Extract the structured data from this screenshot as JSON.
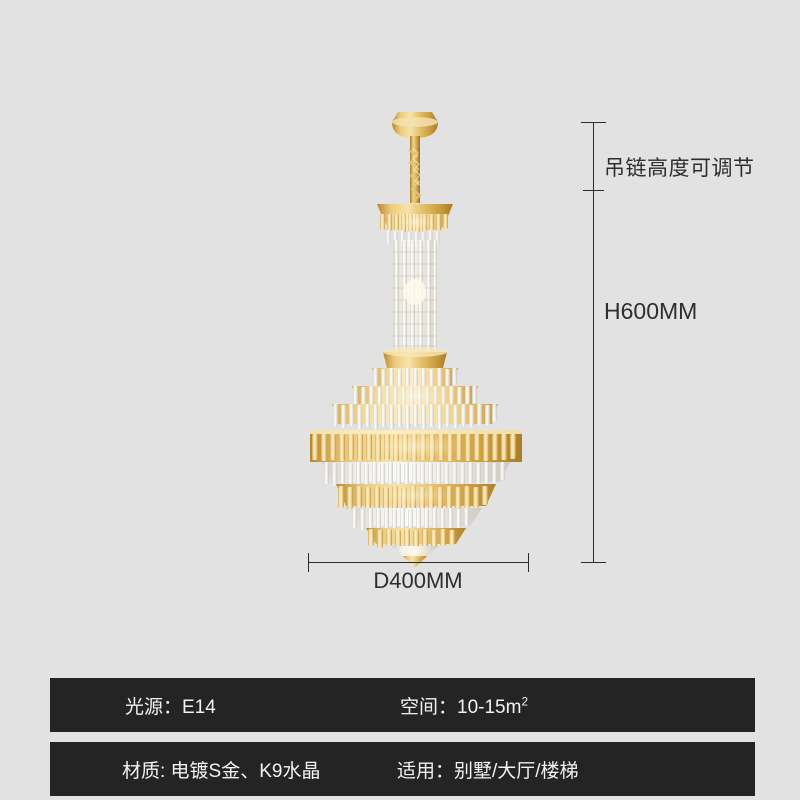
{
  "page": {
    "background_color": "#e2e2e2",
    "product_type": "crystal-chandelier"
  },
  "dimensions": {
    "chain_note": "吊链高度可调节",
    "height_label": "H600MM",
    "diameter_label": "D400MM"
  },
  "spec_bars": [
    {
      "left": {
        "label": "光源：",
        "value": "E14",
        "text": "光源：E14"
      },
      "right": {
        "label": "空间：",
        "value": "10-15m²",
        "text": "空间：10-15m²",
        "value_base": "10-15m",
        "value_sup": "2"
      }
    },
    {
      "left": {
        "label": "材质: ",
        "value": "电镀S金、K9水晶",
        "text": "材质: 电镀S金、K9水晶"
      },
      "right": {
        "label": "适用：",
        "value": "别墅/大厅/楼梯",
        "text": "适用：别墅/大厅/楼梯"
      }
    }
  ],
  "colors": {
    "bar_background": "#242424",
    "bar_text": "#f2f2f2",
    "dimension_line": "#2b2b2b",
    "dimension_text": "#2e2e2e",
    "gold": "#d8a94a",
    "crystal": "#e9e4d8"
  }
}
